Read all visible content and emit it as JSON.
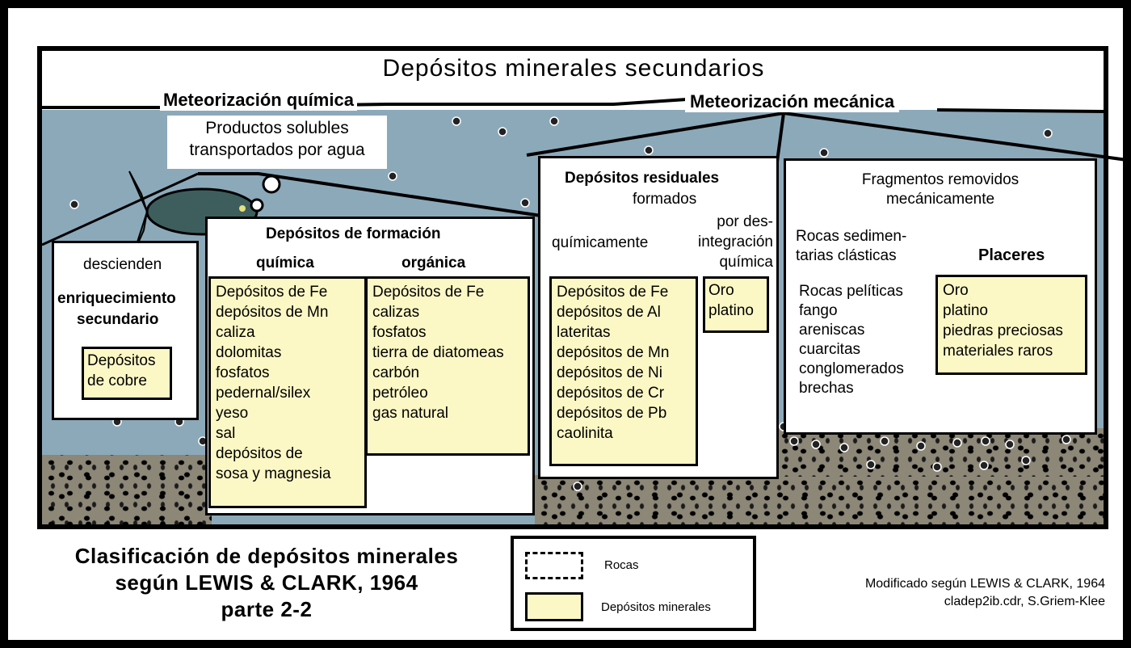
{
  "title": "Depósitos minerales secundarios",
  "meteorizacion_quimica": "Meteorización química",
  "meteorizacion_mecanica": "Meteorización mecánica",
  "productos": [
    "Productos solubles",
    "transportados por agua"
  ],
  "enriquecimiento": {
    "descienden": "descienden",
    "heading": [
      "enriquecimiento",
      "secundario"
    ],
    "deposit": [
      "Depósitos",
      "de cobre"
    ]
  },
  "formacion": {
    "title": "Depósitos de formación",
    "quimica_label": "química",
    "organica_label": "orgánica",
    "quimica_items": [
      "Depósitos de Fe",
      "depósitos de Mn",
      "caliza",
      "dolomitas",
      "fosfatos",
      "pedernal/silex",
      "yeso",
      "sal",
      "depósitos de",
      "sosa y magnesia"
    ],
    "organica_items": [
      "Depósitos de Fe",
      "calizas",
      "fosfatos",
      "tierra de diatomeas",
      "carbón",
      "petróleo",
      "gas natural"
    ]
  },
  "residuales": {
    "title": "Depósitos residuales",
    "formados": "formados",
    "quimicamente": "químicamente",
    "desintegracion": [
      "por des-",
      "integración",
      "química"
    ],
    "items": [
      "Depósitos de Fe",
      "depósitos de Al",
      "lateritas",
      "depósitos de Mn",
      "depósitos de Ni",
      "depósitos de Cr",
      "depósitos de Pb",
      "caolinita"
    ],
    "oro_items": [
      "Oro",
      "platino"
    ]
  },
  "fragmentos": {
    "title": [
      "Fragmentos removidos",
      "mecánicamente"
    ],
    "rocas_sed": [
      "Rocas sedimen-",
      "tarias clásticas"
    ],
    "rocas_items": [
      "Rocas pelíticas",
      "fango",
      "areniscas",
      "cuarcitas",
      "conglomerados",
      "brechas"
    ],
    "placeres_label": "Placeres",
    "placeres_items": [
      "Oro",
      "platino",
      "piedras preciosas",
      "materiales raros"
    ]
  },
  "caption": [
    "Clasificación de depósitos minerales",
    "según LEWIS & CLARK, 1964",
    "parte 2-2"
  ],
  "legend": {
    "rocas": "Rocas",
    "depositos": "Depósitos minerales"
  },
  "credit": [
    "Modificado según LEWIS & CLARK, 1964",
    "cladep2ib.cdr, S.Griem-Klee"
  ],
  "colors": {
    "water": "#8ca9ba",
    "rock": "#8d8778",
    "deposit": "#fcf8c6",
    "frame": "#000000"
  }
}
